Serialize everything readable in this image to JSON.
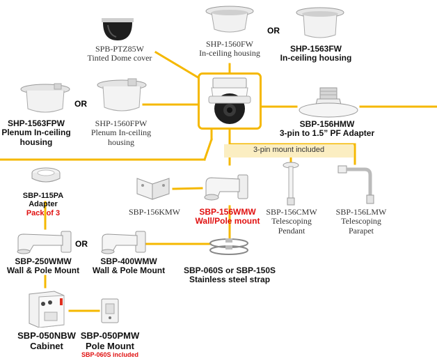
{
  "colors": {
    "line": "#f5b800",
    "band": "#fbeec2",
    "accent_red": "#e01010"
  },
  "camera": {
    "icon": "ptz-dome-camera-icon"
  },
  "items": {
    "dome_cover": {
      "model": "SPB-PTZ85W",
      "desc": "Tinted Dome cover"
    },
    "inceiling_1560": {
      "model": "SHP-1560FW",
      "desc": "In-ceiling housing"
    },
    "or_top": "OR",
    "inceiling_1563": {
      "model": "SHP-1563FW",
      "desc": "In-ceiling housing"
    },
    "plenum_1563": {
      "line1": "SHP-1563FPW",
      "line2": "Plenum In-ceiling",
      "line3": "housing"
    },
    "or_plenum": "OR",
    "plenum_1560": {
      "line1": "SHP-1560FPW",
      "line2": "Plenum In-ceiling",
      "line3": "housing"
    },
    "pf_adapter": {
      "model": "SBP-156HMW",
      "desc": "3-pin to 1.5” PF Adapter"
    },
    "mount_band": "3-pin mount included",
    "adapter_115": {
      "model": "SBP-115PA",
      "desc": "Adapter",
      "note": "Pack of 3"
    },
    "kmw": {
      "model": "SBP-156KMW"
    },
    "wmw": {
      "model": "SBP-156WMW",
      "desc": "Wall/Pole mount"
    },
    "cmw": {
      "model": "SBP-156CMW",
      "desc1": "Telescoping",
      "desc2": "Pendant"
    },
    "lmw": {
      "model": "SBP-156LMW",
      "desc1": "Telescoping",
      "desc2": "Parapet"
    },
    "wmw250": {
      "model": "SBP-250WMW",
      "desc": "Wall & Pole Mount"
    },
    "or_wall": "OR",
    "wmw400": {
      "model": "SBP-400WMW",
      "desc": "Wall & Pole Mount"
    },
    "strap": {
      "model": "SBP-060S or SBP-150S",
      "desc": "Stainless steel strap"
    },
    "nbw": {
      "model": "SBP-050NBW",
      "desc": "Cabinet"
    },
    "pmw": {
      "model": "SBP-050PMW",
      "desc": "Pole Mount",
      "note": "SBP-060S included"
    }
  }
}
